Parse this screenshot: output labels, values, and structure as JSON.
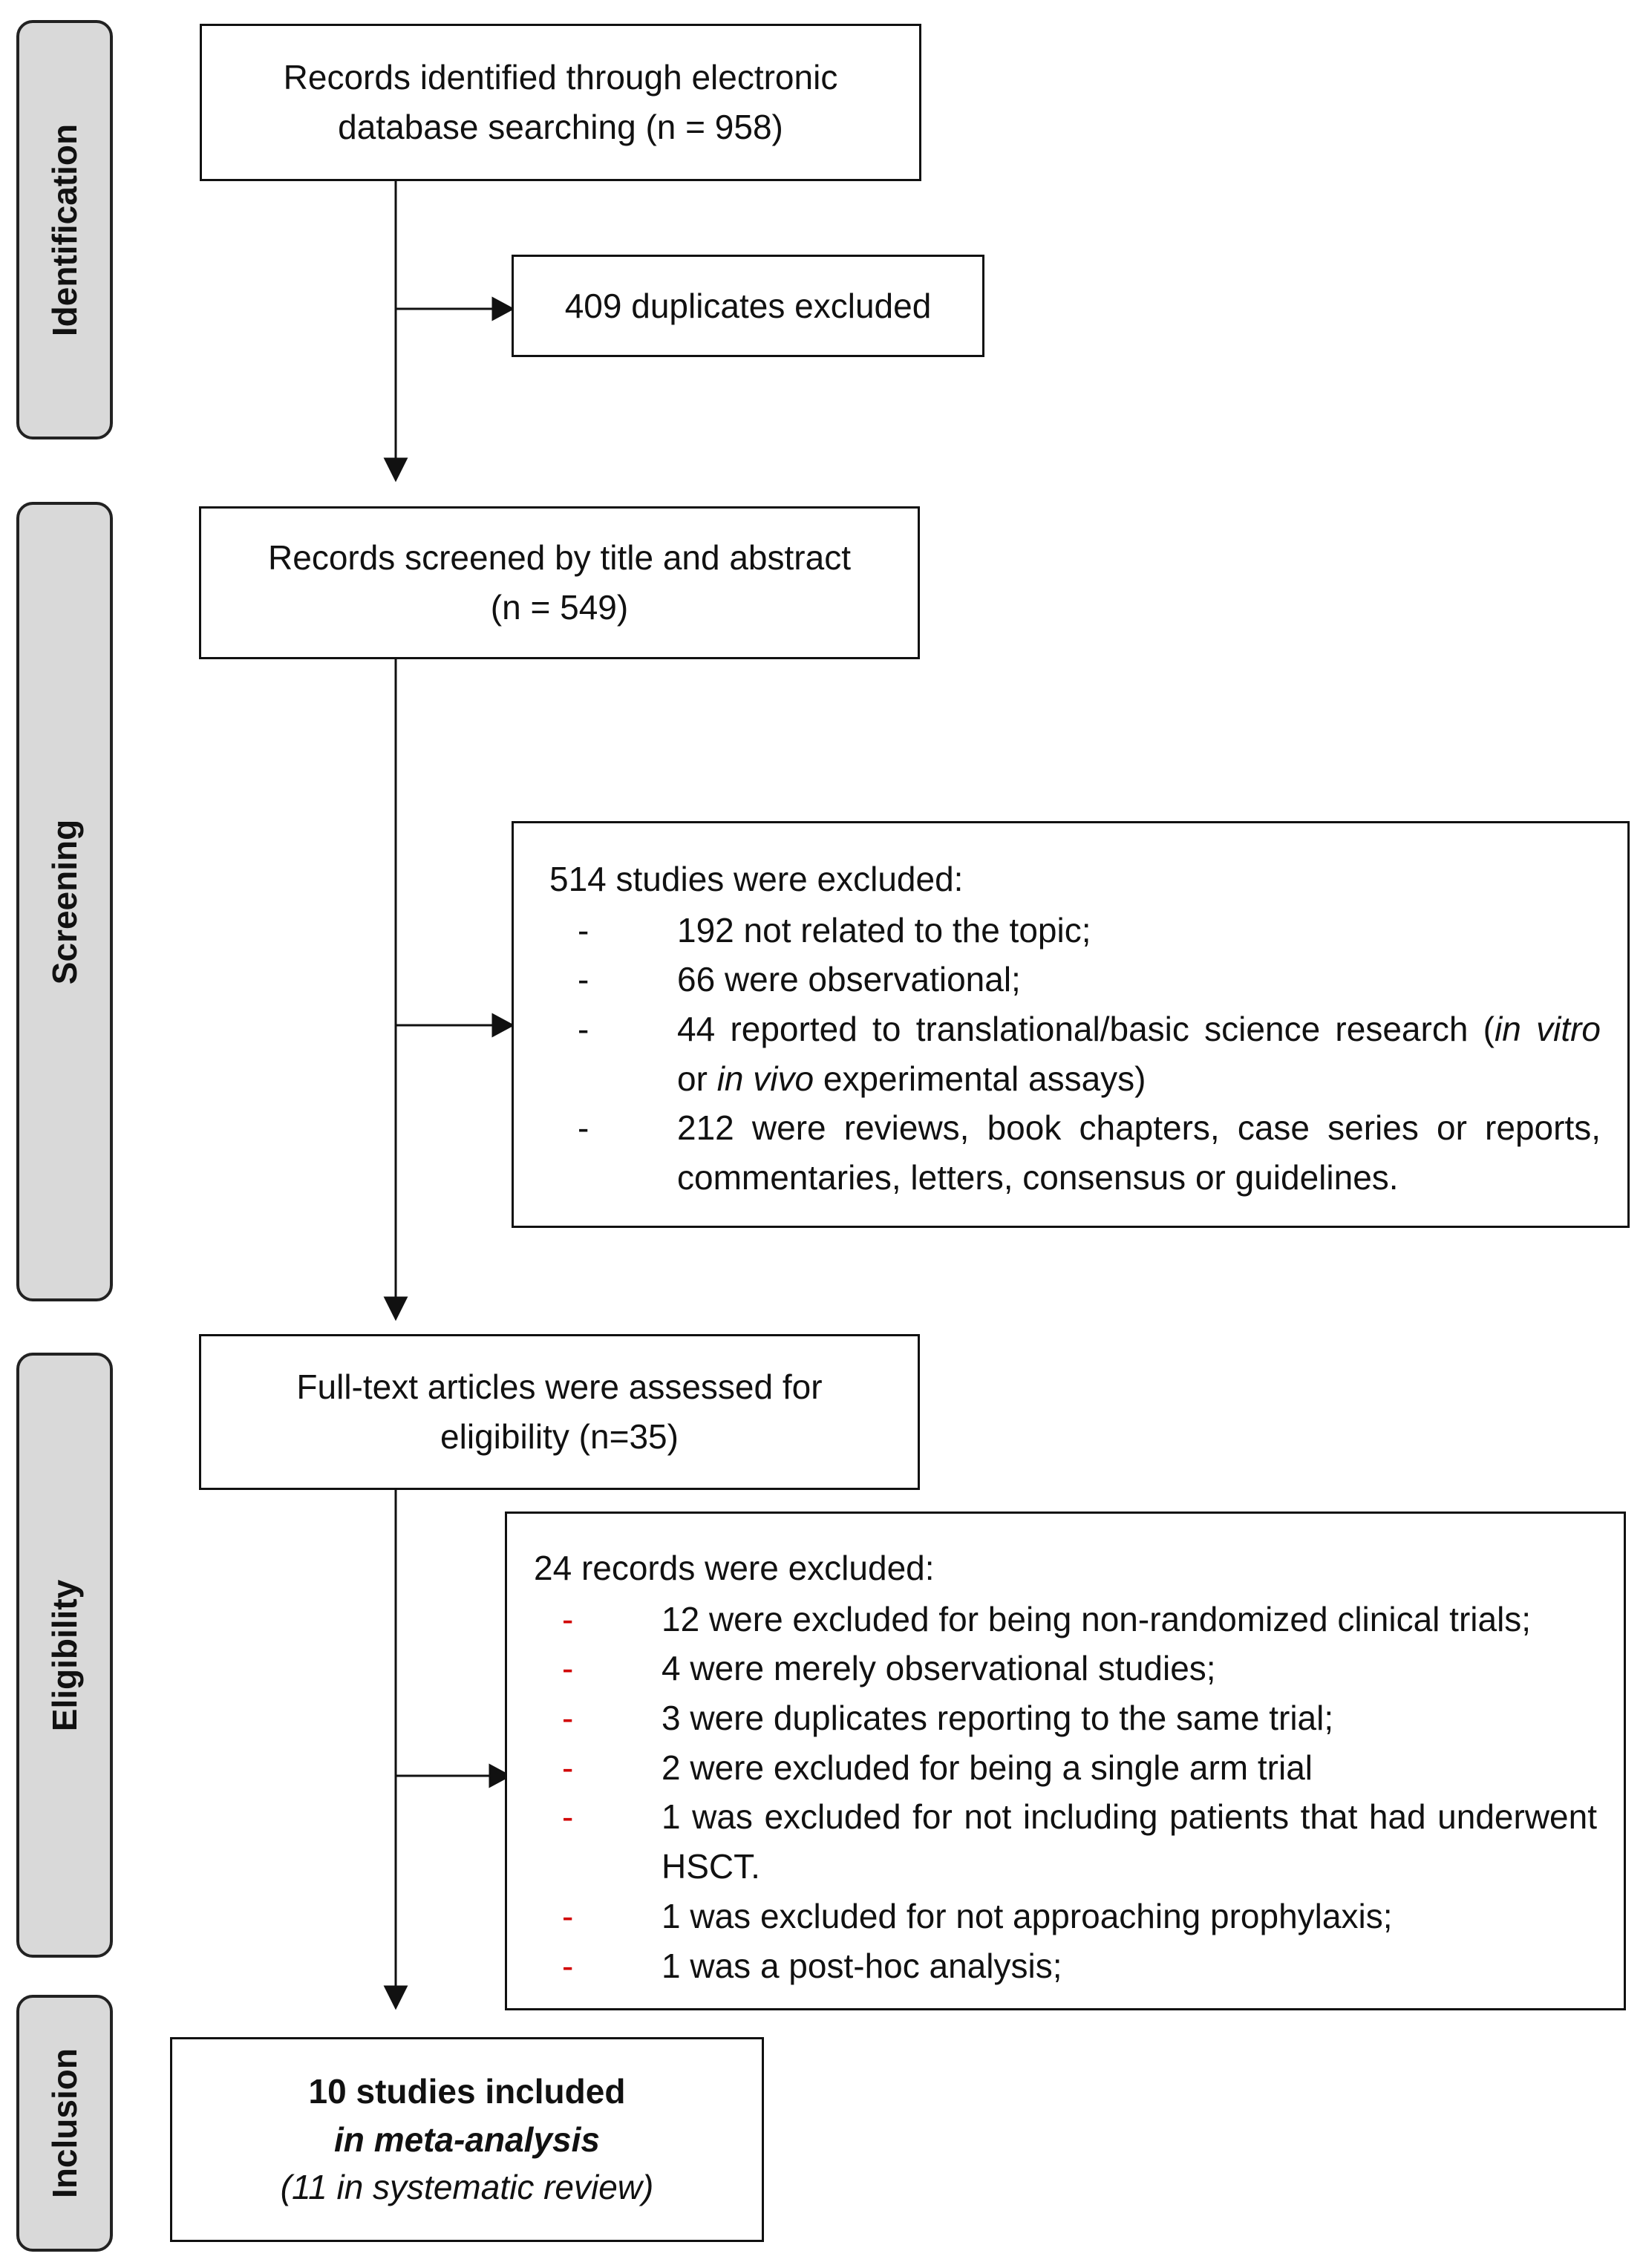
{
  "stages": {
    "identification": "Identification",
    "screening": "Screening",
    "eligibility": "Eligibility",
    "inclusion": "Inclusion"
  },
  "identified": {
    "line1": "Records identified through electronic",
    "line2": "database searching (n = 958)"
  },
  "duplicates": "409 duplicates excluded",
  "screened": {
    "line1": "Records screened by title and abstract",
    "line2": "(n = 549)"
  },
  "screening_excluded": {
    "heading": "514 studies were excluded:",
    "items": [
      {
        "dash": "-",
        "pre": "192 not related to the topic;",
        "it1": "",
        "mid": "",
        "it2": "",
        "post": ""
      },
      {
        "dash": "-",
        "pre": "66 were observational;",
        "it1": "",
        "mid": "",
        "it2": "",
        "post": ""
      },
      {
        "dash": "-",
        "pre": "44 reported to translational/basic science research (",
        "it1": "in vitro",
        "mid": " or ",
        "it2": "in vivo",
        "post": " experimental assays)"
      },
      {
        "dash": "-",
        "pre": "212 were reviews, book chapters, case series or reports, commentaries, letters, consensus or guidelines.",
        "it1": "",
        "mid": "",
        "it2": "",
        "post": ""
      }
    ]
  },
  "fulltext": {
    "line1": "Full-text articles were assessed for",
    "line2": "eligibility (n=35)"
  },
  "eligibility_excluded": {
    "heading": "24 records were excluded:",
    "dash_color": "#d10000",
    "items": [
      {
        "dash": "-",
        "text": "12 were excluded for being non-randomized clinical trials;"
      },
      {
        "dash": "-",
        "text": "4 were merely observational studies;"
      },
      {
        "dash": "-",
        "text": "3 were duplicates reporting to the same trial;"
      },
      {
        "dash": "-",
        "text": "2 were excluded for being a single arm trial"
      },
      {
        "dash": "-",
        "text": "1 was excluded for not including patients that had underwent HSCT."
      },
      {
        "dash": "-",
        "text": "1 was excluded for not approaching prophylaxis;"
      },
      {
        "dash": "-",
        "text": "1 was a post-hoc analysis;"
      }
    ]
  },
  "included": {
    "line1": "10 studies included",
    "line2": "in meta-analysis",
    "line3": "(11 in systematic review)"
  }
}
